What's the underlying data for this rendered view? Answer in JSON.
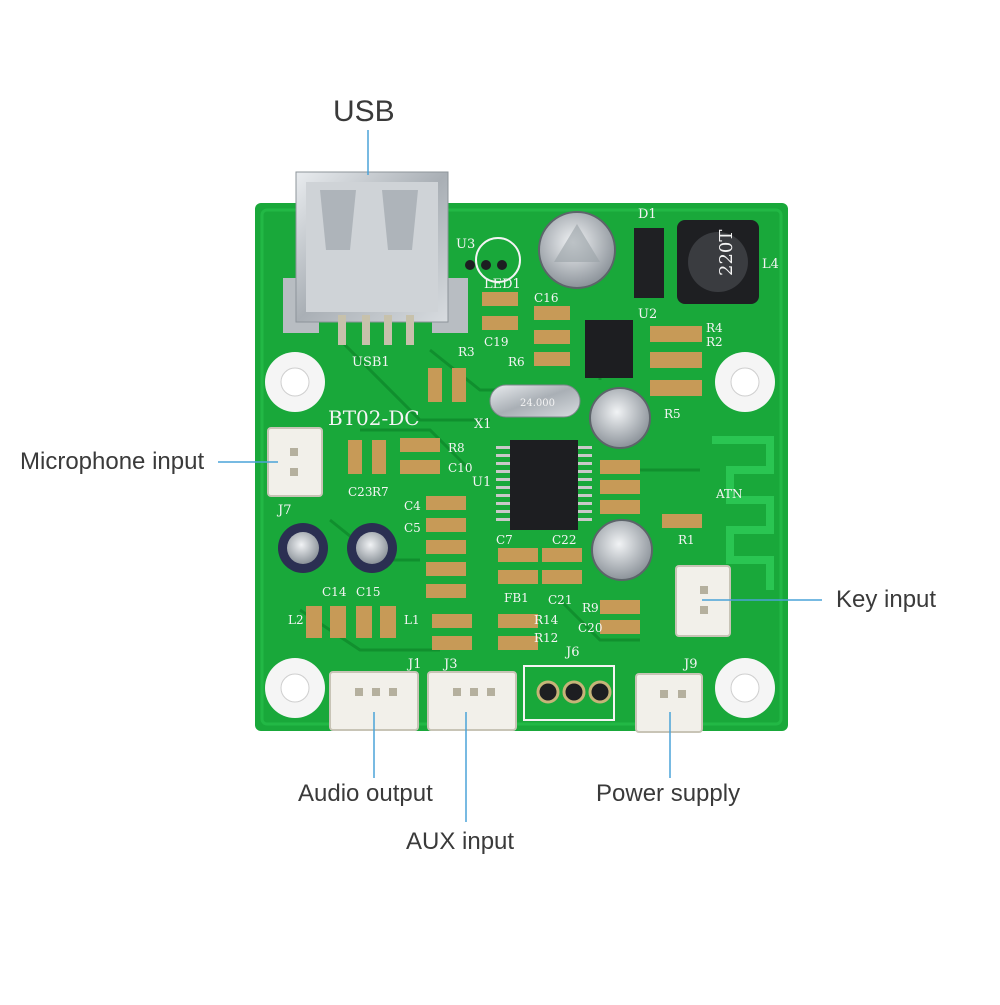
{
  "callouts": {
    "usb": "USB",
    "microphone": "Microphone input",
    "key": "Key input",
    "audio_output": "Audio output",
    "aux": "AUX input",
    "power": "Power supply"
  },
  "board": {
    "name": "BT02-DC",
    "usb_ref": "USB1",
    "u3": "U3",
    "led": "LED1",
    "d1": "D1",
    "l4": "L4",
    "u2": "U2",
    "u1": "U1",
    "x1": "X1",
    "atn": "ATN",
    "j1": "J1",
    "j3": "J3",
    "j6": "J6",
    "j7": "J7",
    "j9": "J9",
    "fb1": "FB1",
    "l1": "L1",
    "l2": "L2",
    "c14": "C14",
    "c15": "C15",
    "c16": "C16",
    "c19": "C19",
    "c10": "C10",
    "c4": "C4",
    "c5": "C5",
    "c23": "C23",
    "c22": "C22",
    "c21": "C21",
    "c20": "C20",
    "c7": "C7",
    "r8": "R8",
    "r7": "R7",
    "r6": "R6",
    "r5": "R5",
    "r4": "R4",
    "r2": "R2",
    "r1": "R1",
    "r9": "R9",
    "r12": "R12",
    "r14": "R14",
    "r3": "R3",
    "crystal_text": "24.000",
    "inductor_text": "220T"
  },
  "colors": {
    "pcb": "#19a83a",
    "pcb_dark": "#0e7d28",
    "silkscreen": "#f4f4f4",
    "connector": "#f2f0ea",
    "label_text": "#3a3a3a"
  }
}
